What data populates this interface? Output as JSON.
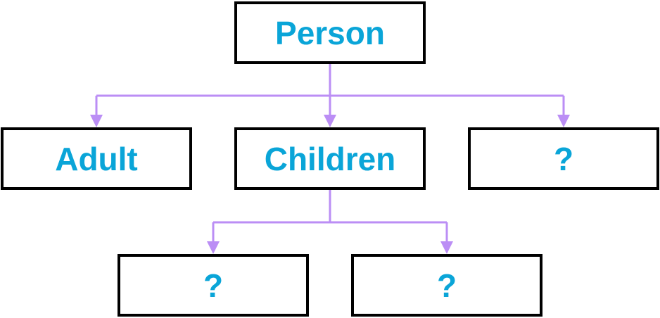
{
  "diagram": {
    "colors": {
      "label": "#0aa5d8",
      "border": "#000000",
      "connector": "#bb8ef5",
      "background": "#ffffff"
    },
    "nodes": {
      "person": "Person",
      "adult": "Adult",
      "children": "Children",
      "unknown_1": "?",
      "unknown_2": "?",
      "unknown_3": "?"
    },
    "edges": [
      {
        "from": "Person",
        "to": "Adult"
      },
      {
        "from": "Person",
        "to": "Children"
      },
      {
        "from": "Person",
        "to": "?"
      },
      {
        "from": "Children",
        "to": "?"
      },
      {
        "from": "Children",
        "to": "?"
      }
    ]
  }
}
